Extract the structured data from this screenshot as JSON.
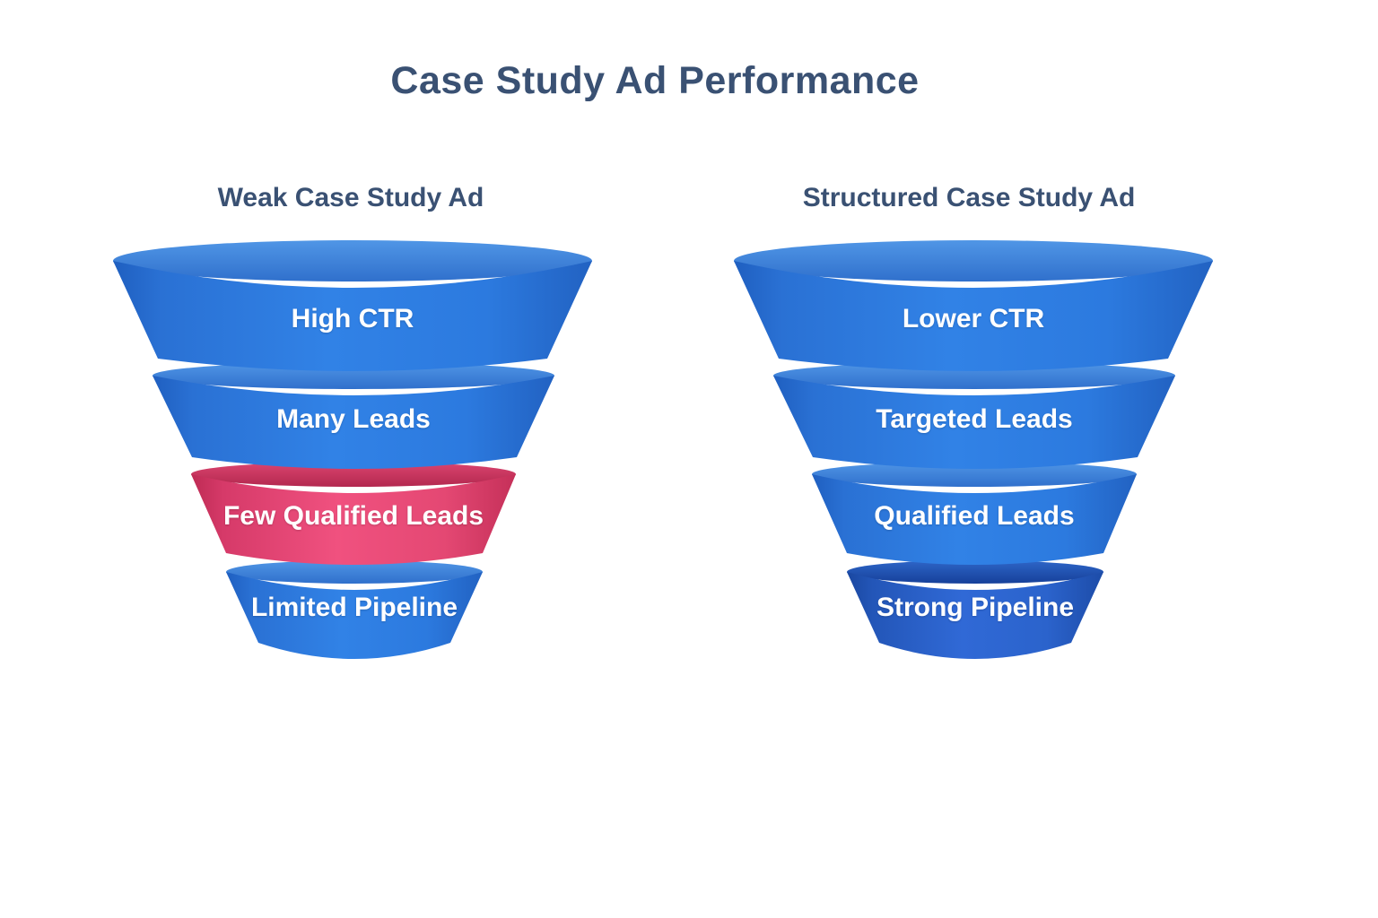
{
  "title": "Case Study Ad Performance",
  "funnels": [
    {
      "header": "Weak Case Study Ad",
      "stages": [
        {
          "label": "High CTR",
          "color_key": "blue"
        },
        {
          "label": "Many Leads",
          "color_key": "blue"
        },
        {
          "label": "Few Qualified Leads",
          "color_key": "pink"
        },
        {
          "label": "Limited Pipeline",
          "color_key": "blue"
        }
      ]
    },
    {
      "header": "Structured Case Study Ad",
      "stages": [
        {
          "label": "Lower CTR",
          "color_key": "blue"
        },
        {
          "label": "Targeted Leads",
          "color_key": "blue"
        },
        {
          "label": "Qualified Leads",
          "color_key": "blue"
        },
        {
          "label": "Strong Pipeline",
          "color_key": "dark_blue"
        }
      ]
    }
  ],
  "colors": {
    "background": "#FFFFFF",
    "title_text": "#3A5173",
    "header_text": "#3A5173",
    "stage_text": "#FFFFFF",
    "blue_body_center": "#3182E6",
    "blue_body_edge": "#1F5FC0",
    "blue_lid_top": "#5096E6",
    "blue_lid_bottom": "#3474CE",
    "pink_body_center": "#F0517F",
    "pink_body_edge": "#BE2B54",
    "dark_blue_body_center": "#3069D6",
    "dark_blue_body_edge": "#1A47A0",
    "divider_highlight": "#FFFFFF"
  }
}
